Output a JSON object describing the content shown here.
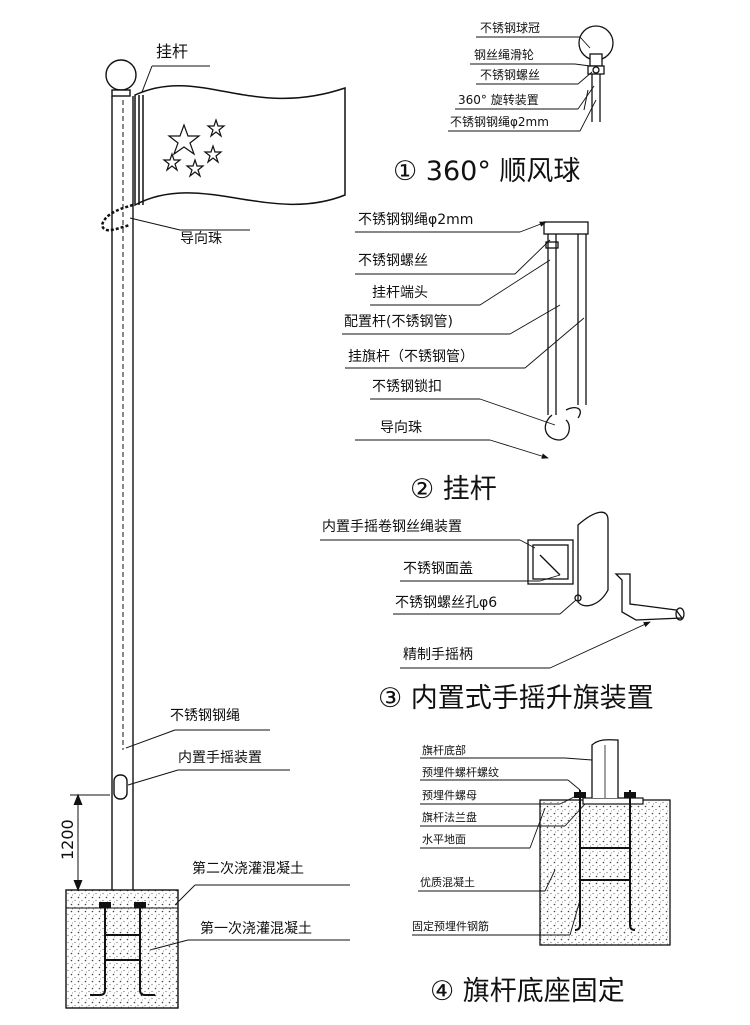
{
  "main": {
    "hang_pole": "挂杆",
    "guide_bead": "导向珠",
    "steel_rope": "不锈钢钢绳",
    "inner_crank_device": "内置手摇装置",
    "height_label": "1200",
    "second_concrete": "第二次浇灌混凝土",
    "first_concrete": "第一次浇灌混凝土"
  },
  "section1": {
    "title": "① 360° 顺风球",
    "labels": [
      "不锈钢球冠",
      "钢丝绳滑轮",
      "不锈钢螺丝",
      "360° 旋转装置",
      "不锈钢钢绳φ2mm"
    ]
  },
  "section2": {
    "title": "② 挂杆",
    "labels": [
      "不锈钢钢绳φ2mm",
      "不锈钢螺丝",
      "挂杆端头",
      "配置杆(不锈钢管)",
      "挂旗杆（不锈钢管）",
      "不锈钢锁扣",
      "导向珠"
    ]
  },
  "section3": {
    "title": "③ 内置式手摇升旗装置",
    "labels": [
      "内置手摇卷钢丝绳装置",
      "不锈钢面盖",
      "不锈钢螺丝孔φ6",
      "精制手摇柄"
    ]
  },
  "section4": {
    "title": "④ 旗杆底座固定",
    "labels": [
      "旗杆底部",
      "预埋件螺杆螺纹",
      "预埋件螺母",
      "旗杆法兰盘",
      "水平地面",
      "优质混凝土",
      "固定预埋件钢筋"
    ]
  },
  "colors": {
    "ink": "#111111",
    "background": "#ffffff",
    "concrete_dot": "#555555"
  }
}
